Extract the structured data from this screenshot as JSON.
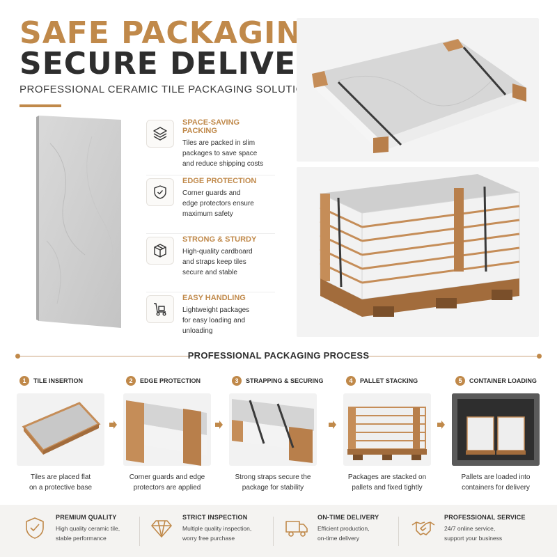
{
  "hero": {
    "title_line1": "SAFE PACKAGING",
    "title_line2": "SECURE DELIVERY",
    "subtitle": "PROFESSIONAL CERAMIC TILE PACKAGING SOLUTIONS"
  },
  "features": [
    {
      "icon": "layers-icon",
      "title": "SPACE-SAVING PACKING",
      "desc": [
        "Tiles are packed in slim",
        "packages to save space",
        "and reduce shipping costs"
      ]
    },
    {
      "icon": "shield-check-icon",
      "title": "EDGE PROTECTION",
      "desc": [
        "Corner guards and",
        "edge protectors ensure",
        "maximum safety"
      ]
    },
    {
      "icon": "box-icon",
      "title": "STRONG & STURDY",
      "desc": [
        "High-quality cardboard",
        "and straps keep tiles",
        "secure and stable"
      ]
    },
    {
      "icon": "hand-truck-icon",
      "title": "EASY HANDLING",
      "desc": [
        "Lightweight packages",
        "for easy loading and",
        "unloading"
      ]
    }
  ],
  "process": {
    "title": "PROFESSIONAL PACKAGING PROCESS",
    "steps": [
      {
        "num": "1",
        "title": "TILE INSERTION",
        "desc": [
          "Tiles are placed flat",
          "on a protective base"
        ]
      },
      {
        "num": "2",
        "title": "EDGE PROTECTION",
        "desc": [
          "Corner guards and edge",
          "protectors are applied"
        ]
      },
      {
        "num": "3",
        "title": "STRAPPING & SECURING",
        "desc": [
          "Strong straps secure the",
          "package for stability"
        ]
      },
      {
        "num": "4",
        "title": "PALLET STACKING",
        "desc": [
          "Packages are stacked on",
          "pallets and fixed tightly"
        ]
      },
      {
        "num": "5",
        "title": "CONTAINER LOADING",
        "desc": [
          "Pallets are loaded into",
          "containers for delivery"
        ]
      }
    ]
  },
  "bottom": [
    {
      "icon": "quality-badge-icon",
      "title": "PREMIUM QUALITY",
      "desc": [
        "High quality ceramic tile,",
        "stable performance"
      ]
    },
    {
      "icon": "diamond-icon",
      "title": "STRICT INSPECTION",
      "desc": [
        "Multiple quality inspection,",
        "worry free purchase"
      ]
    },
    {
      "icon": "delivery-truck-icon",
      "title": "ON-TIME DELIVERY",
      "desc": [
        "Efficient production,",
        "on-time delivery"
      ]
    },
    {
      "icon": "handshake-icon",
      "title": "PROFESSIONAL SERVICE",
      "desc": [
        "24/7 online service,",
        "support your business"
      ]
    }
  ],
  "colors": {
    "accent": "#c0894a",
    "dark": "#2e2e2e",
    "cardboard": "#c58d58",
    "band": "#f4f3f1"
  }
}
